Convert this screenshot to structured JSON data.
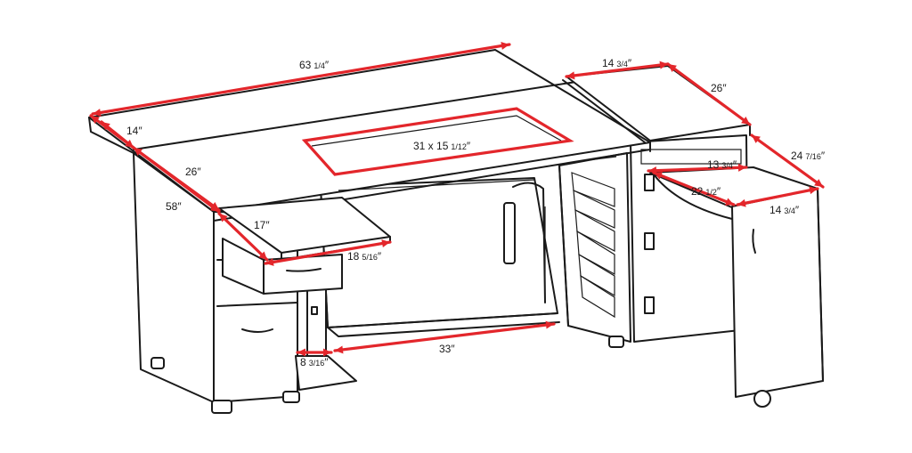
{
  "colors": {
    "dimension": "#e3262b",
    "outline": "#1a1a1a",
    "background": "#ffffff"
  },
  "dimensions": {
    "table_length": {
      "main": "63",
      "frac": "1/4",
      "unit": "″"
    },
    "left_depth": {
      "main": "14",
      "frac": "",
      "unit": "″"
    },
    "left_side_depth": {
      "main": "26",
      "frac": "",
      "unit": "″"
    },
    "overall_depth": {
      "main": "58",
      "frac": "",
      "unit": "″"
    },
    "machine_opening": {
      "main": "31 x 15",
      "frac": "1/12",
      "unit": "″"
    },
    "extension_width": {
      "main": "17",
      "frac": "",
      "unit": "″"
    },
    "extension_depth": {
      "main": "18",
      "frac": "5/16",
      "unit": "″"
    },
    "knee_space": {
      "main": "33",
      "frac": "",
      "unit": "″"
    },
    "shelf_width": {
      "main": "8",
      "frac": "3/16",
      "unit": "″"
    },
    "right_top_width": {
      "main": "14",
      "frac": "3/4",
      "unit": "″"
    },
    "right_top_depth": {
      "main": "26",
      "frac": "",
      "unit": "″"
    },
    "cabinet_depth": {
      "main": "24",
      "frac": "7/16",
      "unit": "″"
    },
    "cabinet_inner_width": {
      "main": "13",
      "frac": "3/4",
      "unit": "″"
    },
    "cabinet_inner_depth": {
      "main": "22",
      "frac": "1/2",
      "unit": "″"
    },
    "cabinet_door_width": {
      "main": "14",
      "frac": "3/4",
      "unit": "″"
    }
  }
}
